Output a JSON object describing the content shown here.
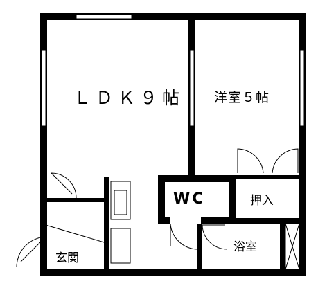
{
  "rooms": {
    "ldk": "ＬＤＫ９帖",
    "western_room": "洋室５帖",
    "wc": "WC",
    "closet": "押入",
    "bathroom": "浴室",
    "entrance": "玄関"
  },
  "colors": {
    "wall": "#000000",
    "fixture": "#000000",
    "background": "#ffffff"
  }
}
